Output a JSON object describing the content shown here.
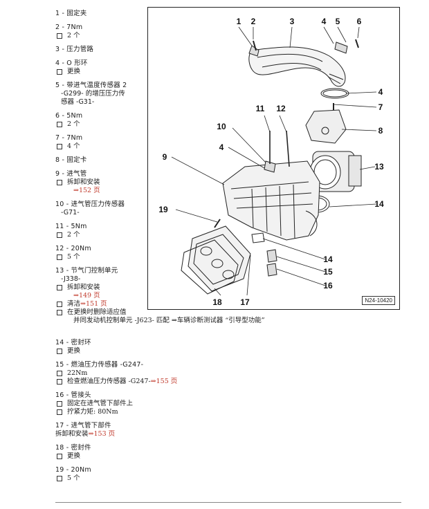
{
  "items": [
    {
      "title": "1 - 固定夹"
    },
    {
      "title": "2 - 7Nm",
      "subs": [
        {
          "text": "2 个"
        }
      ]
    },
    {
      "title": "3 - 压力管路"
    },
    {
      "title": "4 - O 形环",
      "subs": [
        {
          "text": "更换"
        }
      ]
    },
    {
      "title": "5 - 带进气温度传感器 2",
      "cont": [
        "-G299- 的增压压力传",
        "感器 -G31-"
      ]
    },
    {
      "title": "6 - 5Nm",
      "subs": [
        {
          "text": "2 个"
        }
      ]
    },
    {
      "title": "7 - 7Nm",
      "subs": [
        {
          "text": "4 个"
        }
      ]
    },
    {
      "title": "8 - 固定卡"
    },
    {
      "title": "9 - 进气管",
      "subs": [
        {
          "text": "拆卸和安装",
          "ref": "⇒152 页"
        }
      ]
    },
    {
      "title": "10 - 进气管压力传感器",
      "cont": [
        "-G71-"
      ]
    },
    {
      "title": "11 - 5Nm",
      "subs": [
        {
          "text": "2 个"
        }
      ]
    },
    {
      "title": "12 - 20Nm",
      "subs": [
        {
          "text": "5 个"
        }
      ]
    },
    {
      "title": "13 - 节气门控制单元",
      "cont": [
        "-J338-"
      ],
      "subs": [
        {
          "text": "拆卸和安装",
          "ref": "⇒149 页"
        },
        {
          "text": "清洁 ",
          "inline_ref": "⇒151 页"
        },
        {
          "text": "在更换时删除适应值",
          "cont2": "并同发动机控制单元 -J623- 匹配 ⇒车辆诊断测试器 “引导型功能”"
        }
      ]
    },
    {
      "title": "14 - 密封环",
      "subs": [
        {
          "text": "更换"
        }
      ]
    },
    {
      "title": "15 - 燃油压力传感器 -G247-",
      "subs": [
        {
          "text": "22Nm"
        },
        {
          "text": "检查燃油压力传感器 -G247- ",
          "inline_ref": "⇒155 页"
        }
      ]
    },
    {
      "title": "16 - 管接头",
      "subs": [
        {
          "text": "固定在进气管下部件上"
        },
        {
          "text": "拧紧力矩: 80Nm"
        }
      ]
    },
    {
      "title": "17 - 进气管下部件",
      "plain": "拆卸和安装 ",
      "plain_ref": "⇒153 页"
    },
    {
      "title": "18 - 密封件",
      "subs": [
        {
          "text": "更换"
        }
      ]
    },
    {
      "title": "19 - 20Nm",
      "subs": [
        {
          "text": "5 个"
        }
      ]
    }
  ],
  "diagram": {
    "callouts": [
      "1",
      "2",
      "3",
      "4",
      "5",
      "6",
      "4",
      "7",
      "8",
      "11",
      "12",
      "10",
      "4",
      "9",
      "13",
      "14",
      "19",
      "14",
      "15",
      "16",
      "18",
      "17"
    ],
    "figure_id": "N24-10420"
  }
}
